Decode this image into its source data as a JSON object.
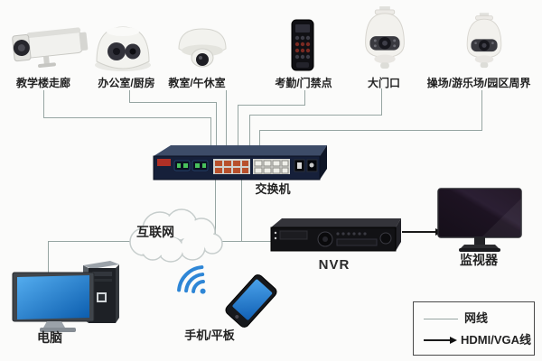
{
  "cameras": [
    {
      "label": "教学楼走廊",
      "icon": "bullet-camera"
    },
    {
      "label": "办公室/厨房",
      "icon": "dome-camera"
    },
    {
      "label": "教室/午休室",
      "icon": "mini-dome-camera"
    },
    {
      "label": "考勤/门禁点",
      "icon": "access-control-terminal"
    },
    {
      "label": "大门口",
      "icon": "ptz-dome-camera"
    },
    {
      "label": "操场/游乐场/园区周界",
      "icon": "ptz-dome-camera"
    }
  ],
  "switch": {
    "label": "交换机"
  },
  "internet": {
    "label": "互联网"
  },
  "nvr": {
    "label": "NVR"
  },
  "monitor": {
    "label": "监视器"
  },
  "pc": {
    "label": "电脑"
  },
  "mobile": {
    "label": "手机/平板"
  },
  "legend": {
    "items": [
      {
        "style": "plain-line",
        "label": "网线"
      },
      {
        "style": "arrow-line",
        "label": "HDMI/VGA线"
      }
    ]
  },
  "colors": {
    "cable": "#96a5a2",
    "hdmi_arrow": "#1a1a1a",
    "wifi": "#2e86d6",
    "pc_screen_blue": "#1e7ad0",
    "switch_body": "#16203a"
  }
}
